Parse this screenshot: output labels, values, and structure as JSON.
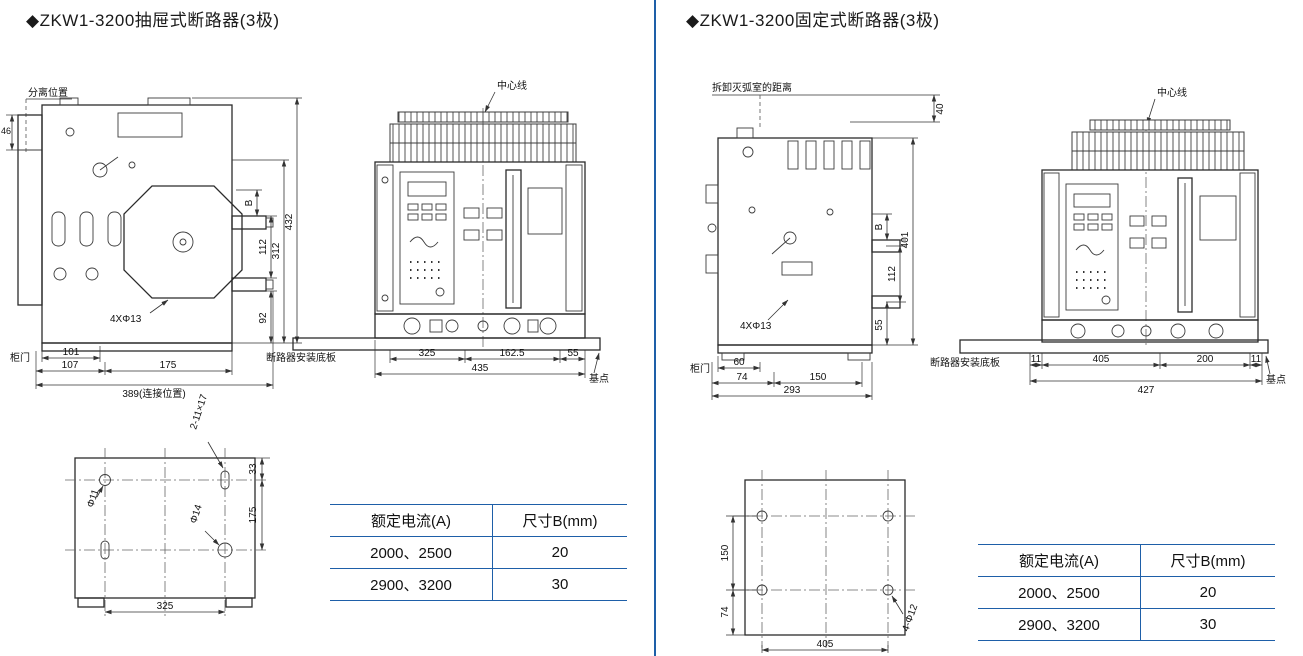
{
  "left": {
    "title": "◆ZKW1-3200抽屉式断路器(3极)",
    "side_view": {
      "separation_label": "分离位置",
      "dim_46": "46",
      "dim_B": "B",
      "dim_112": "112",
      "dim_312": "312",
      "dim_432": "432",
      "dim_92": "92",
      "holes_label": "4XΦ13",
      "cabinet_door_label": "柜门",
      "dim_101": "101",
      "dim_107": "107",
      "dim_175": "175",
      "dim_389": "389(连接位置)"
    },
    "front_view": {
      "center_line_label": "中心线",
      "base_plate_label": "断路器安装底板",
      "dim_325": "325",
      "dim_162_5": "162.5",
      "dim_55": "55",
      "dim_435": "435",
      "base_point_label": "基点"
    },
    "mounting_plate": {
      "slot_label": "2-11×17",
      "dim_33": "33",
      "dim_175": "175",
      "hole_label_11": "Φ11",
      "hole_label_14": "Φ14",
      "dim_325": "325"
    },
    "table": {
      "headers": [
        "额定电流(A)",
        "尺寸B(mm)"
      ],
      "rows": [
        [
          "2000、2500",
          "20"
        ],
        [
          "2900、3200",
          "30"
        ]
      ]
    }
  },
  "right": {
    "title": "◆ZKW1-3200固定式断路器(3极)",
    "side_view": {
      "arc_chamber_label": "拆卸灭弧室的距离",
      "dim_40": "40",
      "dim_B": "B",
      "dim_112": "112",
      "dim_401": "401",
      "dim_55": "55",
      "holes_label": "4XΦ13",
      "cabinet_door_label": "柜门",
      "dim_60": "60",
      "dim_74": "74",
      "dim_150": "150",
      "dim_293": "293"
    },
    "front_view": {
      "center_line_label": "中心线",
      "base_plate_label": "断路器安装底板",
      "dim_11_left": "11",
      "dim_405": "405",
      "dim_200": "200",
      "dim_11_right": "11",
      "dim_427": "427",
      "base_point_label": "基点"
    },
    "mounting_plate": {
      "dim_150": "150",
      "dim_74": "74",
      "dim_405": "405",
      "holes_label": "4-Φ12"
    },
    "table": {
      "headers": [
        "额定电流(A)",
        "尺寸B(mm)"
      ],
      "rows": [
        [
          "2000、2500",
          "20"
        ],
        [
          "2900、3200",
          "30"
        ]
      ]
    }
  }
}
